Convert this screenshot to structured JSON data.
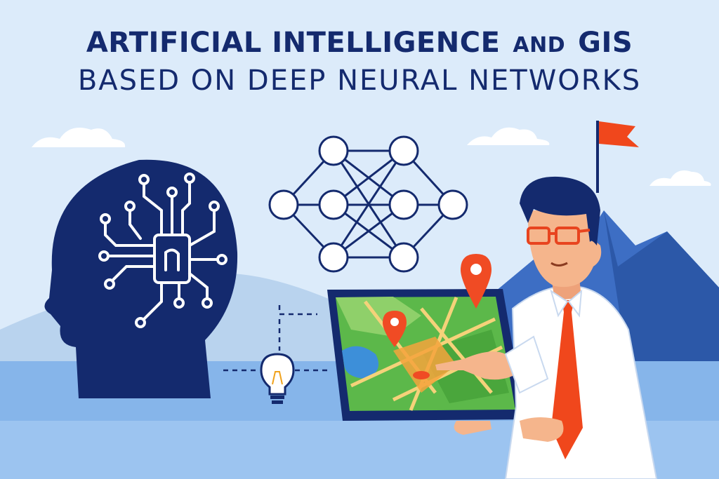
{
  "title": {
    "line1_part1": "ARTIFICIAL INTELLIGENCE",
    "line1_part2": "AND",
    "line1_part3": "GIS",
    "line2": "BASED ON DEEP NEURAL NETWORKS"
  },
  "colors": {
    "background": "#dcebfa",
    "navy": "#142a6e",
    "accent_orange": "#f0471c",
    "map_green": "#5cb84a",
    "mountain_blue": "#3b6fc4"
  }
}
